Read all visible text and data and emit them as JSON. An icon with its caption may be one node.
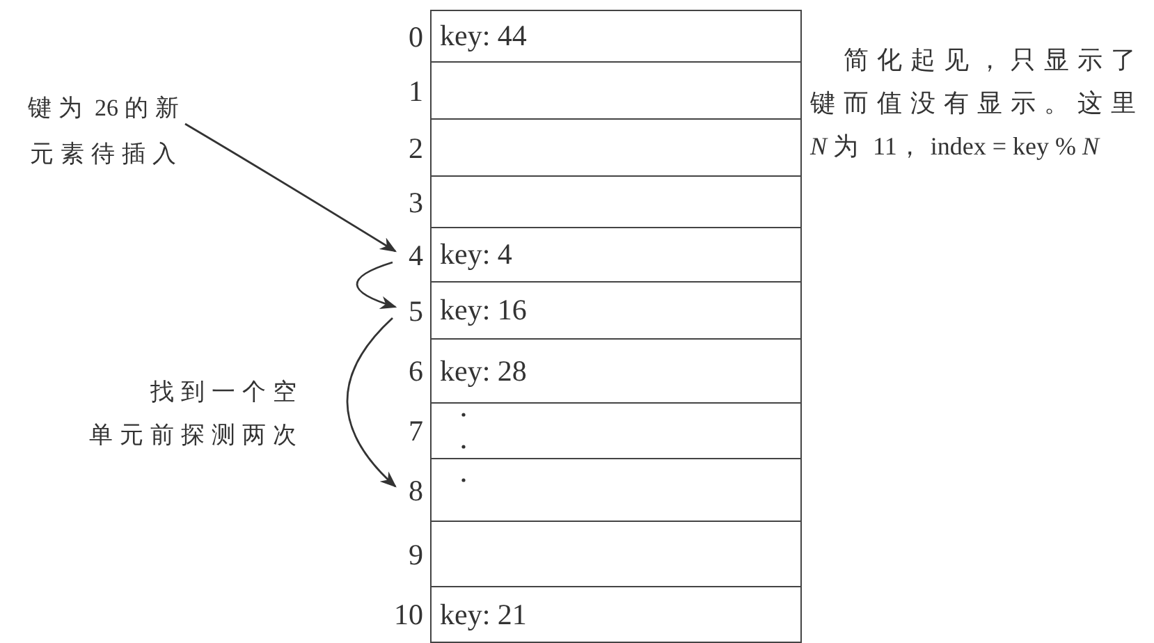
{
  "diagram": {
    "nodes": [
      {
        "text": [
          "key: 44"
        ],
        "beside": [
          "0"
        ]
      },
      {
        "text": [],
        "shape": "box",
        "beside": [
          "1"
        ]
      },
      {
        "text": [],
        "shape": "box",
        "beside": [
          "2"
        ]
      },
      {
        "text": [],
        "shape": "box",
        "beside": [
          "3"
        ]
      },
      {
        "text": [
          "key: 4"
        ],
        "beside": [
          "4"
        ]
      },
      {
        "text": [
          "key: 16"
        ],
        "beside": [
          "5"
        ]
      },
      {
        "text": [
          "key: 28"
        ],
        "beside": [
          "6"
        ]
      },
      {
        "text": [],
        "shape": "box",
        "beside": [
          "7"
        ]
      },
      {
        "text": [],
        "shape": "box",
        "beside": [
          "8"
        ]
      },
      {
        "text": [],
        "shape": "box",
        "beside": [
          "9"
        ]
      },
      {
        "text": [
          "key: 21"
        ],
        "beside": [
          "10"
        ]
      },
      {
        "text": [
          "键为 26 的新元素待插入"
        ]
      }
    ],
    "edges": [
      {
        "from": 11,
        "to": 4,
        "arrow": "to"
      },
      {
        "from": 4,
        "to": 5,
        "arrow": "to"
      },
      {
        "from": 5,
        "to": 8,
        "arrow": "to",
        "label": "找到一个空单元前探测两次"
      }
    ],
    "labels": [
      "简化起见，只显示了键而值没有显示。这里 *N* 为 11，index = key % *N*"
    ]
  }
}
